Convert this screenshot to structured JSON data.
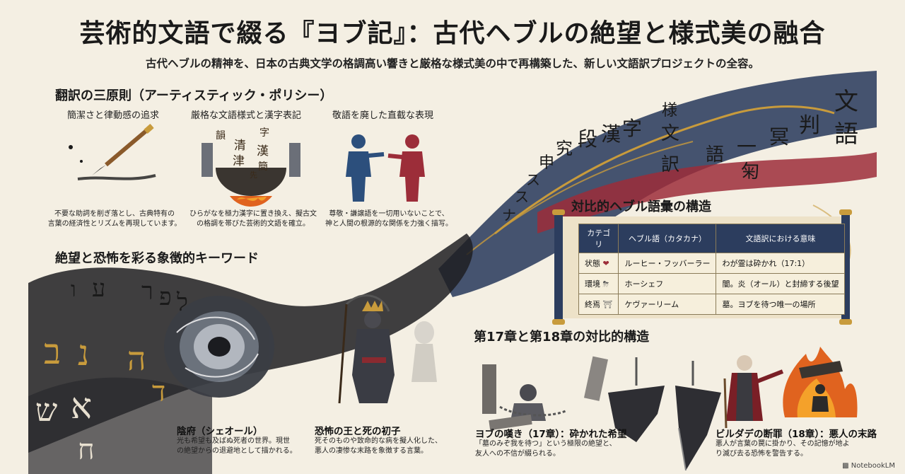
{
  "title": "芸術的文語で綴る『ヨブ記』：古代ヘブルの絶望と様式美の融合",
  "subtitle": "古代ヘブルの精神を、日本の古典文学の格調高い響きと厳格な様式美の中で再構築した、新しい文語訳プロジェクトの全容。",
  "principles": {
    "heading": "翻訳の三原則（アーティスティック・ポリシー）",
    "items": [
      {
        "title": "簡潔さと律動感の追求",
        "desc1": "不要な助詞を削ぎ落とし、古典特有の",
        "desc2": "言葉の経済性とリズムを再現しています。"
      },
      {
        "title": "厳格な文語様式と漢字表記",
        "desc1": "ひらがなを極力漢字に置き換え、擬古文",
        "desc2": "の格調を帯びた芸術的文語を確立。"
      },
      {
        "title": "敬語を廃した直截な表現",
        "desc1": "尊敬・謙譲語を一切用いないことで、",
        "desc2": "神と人間の根源的な関係を力強く描写。"
      }
    ]
  },
  "ribbon_glyphs": [
    "字",
    "漢",
    "段",
    "究",
    "申",
    "ス",
    "ス",
    "ナ",
    "様",
    "文",
    "訳",
    "語",
    "冥",
    "一",
    "匊",
    "判",
    "文",
    "語"
  ],
  "pot_glyphs": [
    "韻",
    "字",
    "清",
    "津",
    "漢",
    "簡",
    "先"
  ],
  "keywords": {
    "heading": "絶望と恐怖を彩る象徴的キーワード",
    "hebrew": [
      "ע",
      "ו",
      "ר",
      "פ",
      "ל",
      "ב",
      "נ",
      "ה",
      "ד",
      "א",
      "ש",
      "ח"
    ],
    "items": [
      {
        "title": "陰府（シェオール）",
        "desc1": "光も希望も及ばぬ死者の世界。現世",
        "desc2": "の絶望からの退避地として描かれる。"
      },
      {
        "title": "恐怖の王と死の初子",
        "desc1": "死そのものや致命的な病を擬人化した、",
        "desc2": "悪人の凄惨な末路を象徴する言葉。"
      }
    ]
  },
  "vocab": {
    "heading": "対比的ヘブル語彙の構造",
    "columns": [
      "カテゴリ",
      "ヘブル語（カタカナ）",
      "文語訳における意味"
    ],
    "rows": [
      {
        "category": "状態",
        "icon": "broken-heart-icon",
        "hebrew": "ルーヒー・フッバーラー",
        "meaning": "わが霊は砕かれ（17:1）"
      },
      {
        "category": "環境",
        "icon": "cloud-sun-icon",
        "hebrew": "ホーシェフ",
        "meaning": "闇。炎（オール）と封締する後望"
      },
      {
        "category": "終焉",
        "icon": "gravestone-icon",
        "hebrew": "ケヴァーリーム",
        "meaning": "墓。ヨブを待つ唯一の場所"
      }
    ]
  },
  "chapters": {
    "heading": "第17章と第18章の対比的構造",
    "items": [
      {
        "title": "ヨブの嘆き（17章）：砕かれた希望",
        "desc1": "「墓のみぞ我を待つ」という極限の絶望と、",
        "desc2": "友人への不信が綴られる。"
      },
      {
        "title": "ビルダデの断罪（18章）：悪人の末路",
        "desc1": "悪人が言葉の罠に掛かり、その記憶が地よ",
        "desc2": "り滅び去る恐怖を警告する。"
      }
    ]
  },
  "logo": "NotebookLM",
  "colors": {
    "navy": "#2c3d5e",
    "crimson": "#9c2d39",
    "gold": "#c89b3c",
    "paper": "#f4efe3"
  }
}
